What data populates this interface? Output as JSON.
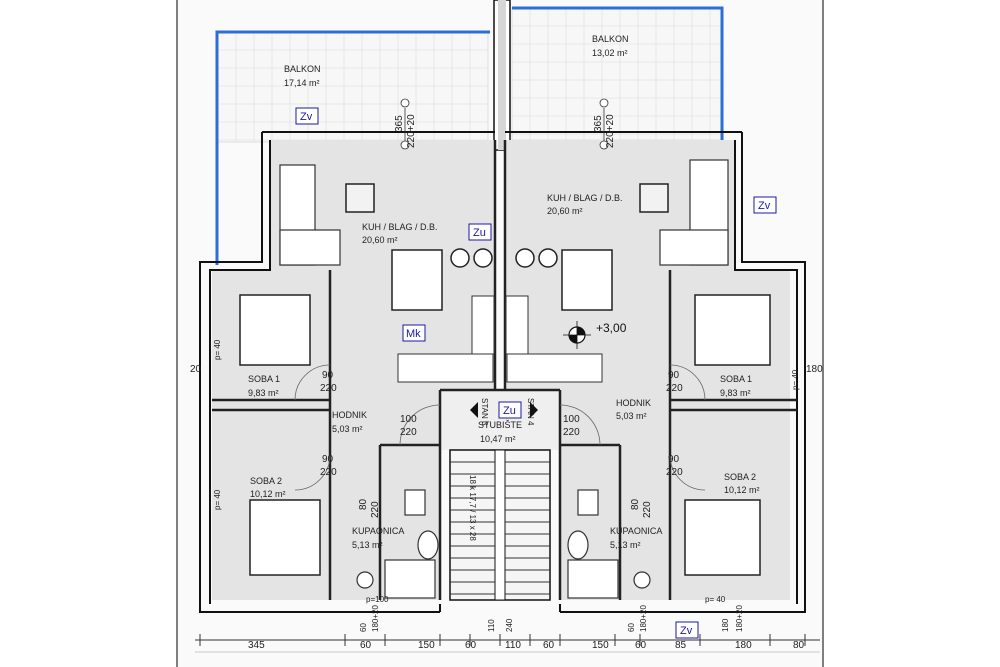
{
  "rooms": {
    "balkon_left": {
      "name": "BALKON",
      "area": "17,14 m²"
    },
    "balkon_right": {
      "name": "BALKON",
      "area": "13,02 m²"
    },
    "kuh_left": {
      "name": "KUH / BLAG / D.B.",
      "area": "20,60 m²"
    },
    "kuh_right": {
      "name": "KUH / BLAG / D.B.",
      "area": "20,60 m²"
    },
    "soba1_left": {
      "name": "SOBA 1",
      "area": "9,83 m²"
    },
    "soba1_right": {
      "name": "SOBA 1",
      "area": "9,83 m²"
    },
    "soba2_left": {
      "name": "SOBA 2",
      "area": "10,12 m²"
    },
    "soba2_right": {
      "name": "SOBA 2",
      "area": "10,12 m²"
    },
    "hodnik_left": {
      "name": "HODNIK",
      "area": "5,03 m²"
    },
    "hodnik_right": {
      "name": "HODNIK",
      "area": "5,03 m²"
    },
    "kupaonica_left": {
      "name": "KUPAONICA",
      "area": "5,13 m²"
    },
    "kupaonica_right": {
      "name": "KUPAONICA",
      "area": "5,13 m²"
    },
    "stubiste": {
      "name": "STUBIŠTE",
      "area": "10,47 m²"
    }
  },
  "tags": {
    "zv_top_left": "Zv",
    "zv_right": "Zv",
    "zu_center": "Zu",
    "zu_stair": "Zu",
    "mk": "Mk",
    "zv_bottom": "Zv"
  },
  "stan_labels": {
    "left": "STAN 3",
    "right": "STAN 4"
  },
  "level": "+3,00",
  "doors": {
    "d90_220": {
      "w": "90",
      "h": "220"
    },
    "d100_220": {
      "w": "100",
      "h": "220"
    },
    "d80_220": {
      "w": "80",
      "h": "220"
    }
  },
  "windows": {
    "w365": "365",
    "w220_20": "220+20",
    "p40": "p= 40",
    "p100": "p=100",
    "p40b": "p= 40"
  },
  "stair_note": "18 k 17,7 / 13 x 28",
  "dimensions": {
    "bottom": [
      "345",
      "60",
      "150",
      "60",
      "110",
      "60",
      "150",
      "60",
      "85",
      "180",
      "80"
    ],
    "bottom_vertical": [
      "60",
      "180+20",
      "110",
      "240",
      "60",
      "180+20",
      "180",
      "180+20"
    ],
    "side_left": "20",
    "side_right": "180"
  }
}
